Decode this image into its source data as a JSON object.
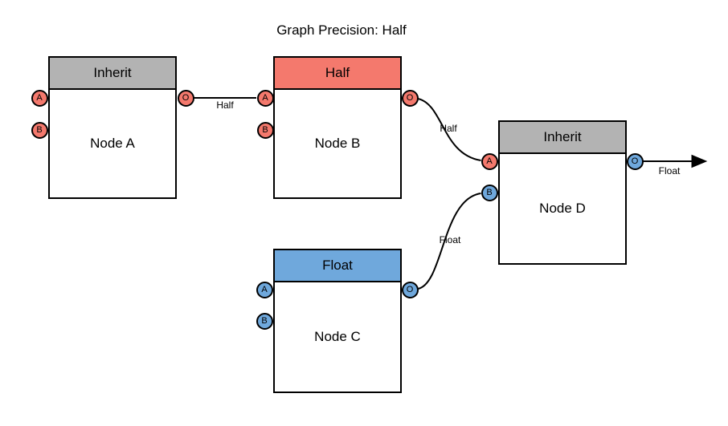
{
  "title": "Graph Precision: Half",
  "colors": {
    "inherit": "#b3b3b3",
    "half": "#f4796d",
    "float": "#6fa8dc",
    "stroke": "#000000",
    "canvas": "#ffffff"
  },
  "nodes": [
    {
      "id": "node-a",
      "label": "Node A",
      "header": "Inherit",
      "precision": "inherit",
      "ports": [
        {
          "name": "A",
          "type": "half"
        },
        {
          "name": "B",
          "type": "half"
        },
        {
          "name": "O",
          "type": "half"
        }
      ]
    },
    {
      "id": "node-b",
      "label": "Node B",
      "header": "Half",
      "precision": "half",
      "ports": [
        {
          "name": "A",
          "type": "half"
        },
        {
          "name": "B",
          "type": "half"
        },
        {
          "name": "O",
          "type": "half"
        }
      ]
    },
    {
      "id": "node-c",
      "label": "Node C",
      "header": "Float",
      "precision": "float",
      "ports": [
        {
          "name": "A",
          "type": "float"
        },
        {
          "name": "B",
          "type": "float"
        },
        {
          "name": "O",
          "type": "float"
        }
      ]
    },
    {
      "id": "node-d",
      "label": "Node D",
      "header": "Inherit",
      "precision": "inherit",
      "ports": [
        {
          "name": "A",
          "type": "half"
        },
        {
          "name": "B",
          "type": "float"
        },
        {
          "name": "O",
          "type": "float"
        }
      ]
    }
  ],
  "edges": [
    {
      "from": "node-a:O",
      "to": "node-b:A",
      "label": "Half"
    },
    {
      "from": "node-b:O",
      "to": "node-d:A",
      "label": "Half"
    },
    {
      "from": "node-c:O",
      "to": "node-d:B",
      "label": "Float"
    },
    {
      "from": "node-d:O",
      "to": "graph-output",
      "label": "Float"
    }
  ]
}
